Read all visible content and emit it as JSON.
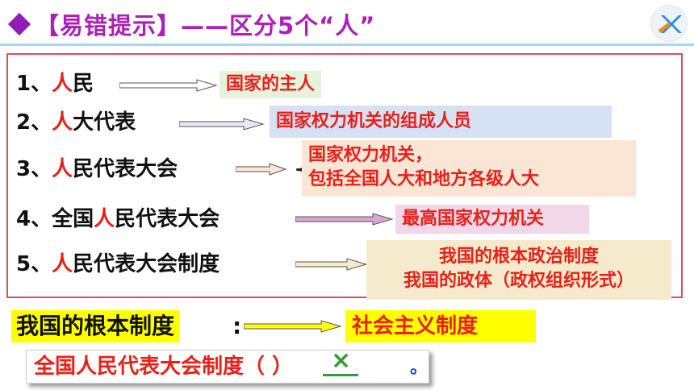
{
  "title": "【易错提示】——区分5个“人”",
  "colors": {
    "title": "#ad1fb7",
    "bullet": "#8e1fb6",
    "highlight": "#e8201a",
    "box_border": "#e04a6a"
  },
  "rows": [
    {
      "prefix": "1、",
      "ren": "人",
      "rest": "民",
      "definition": "国家的主人"
    },
    {
      "prefix": "2、",
      "ren": "人",
      "rest": "大代表",
      "definition": "国家权力机关的组成人员"
    },
    {
      "prefix": "3、",
      "ren": "人",
      "rest": "民代表大会",
      "definition_line1": "国家权力机关，",
      "definition_line2": "包括全国人大和地方各级人大"
    },
    {
      "prefix": "4、全国",
      "ren": "人",
      "rest": "民代表大会",
      "definition": "最高国家权力机关"
    },
    {
      "prefix": "5、",
      "ren": "人",
      "rest": "民代表大会制度",
      "definition_line1": "我国的根本政治制度",
      "definition_line2": "我国的政体（政权组织形式）"
    }
  ],
  "basic": {
    "label": "我国的根本制度",
    "colon": ":",
    "value": "社会主义制度"
  },
  "question": {
    "text": "全国人民代表大会制度（       ）",
    "answer_mark": "×",
    "period": "。"
  },
  "icons": {
    "bullet": "diamond-icon",
    "logo": "logo-icon",
    "arrow": "arrow-right-icon",
    "brace": "brace-icon",
    "mark": "cross-mark-icon"
  }
}
